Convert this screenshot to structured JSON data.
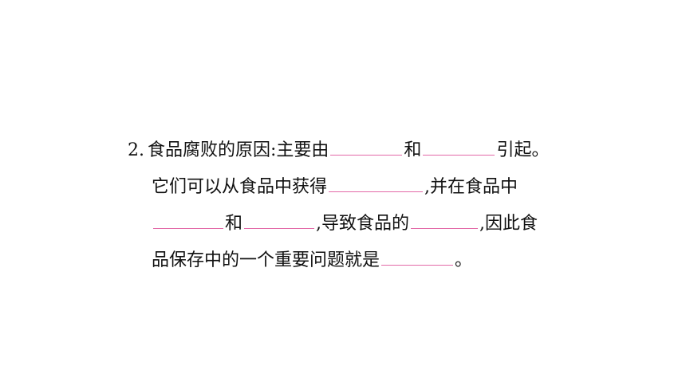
{
  "question": {
    "number": "2.",
    "line1": {
      "part1": "食品腐败的原因:主要由",
      "part2": "和",
      "part3": "引起。"
    },
    "line2": {
      "part1": "它们可以从食品中获得",
      "part2": ",并在食品中"
    },
    "line3": {
      "part1": "和",
      "part2": ",导致食品的",
      "part3": ",因此食"
    },
    "line4": {
      "part1": "品保存中的一个重要问题就是",
      "part2": "。"
    }
  },
  "colors": {
    "blank_line": "#e36aa8",
    "text": "#111111"
  }
}
